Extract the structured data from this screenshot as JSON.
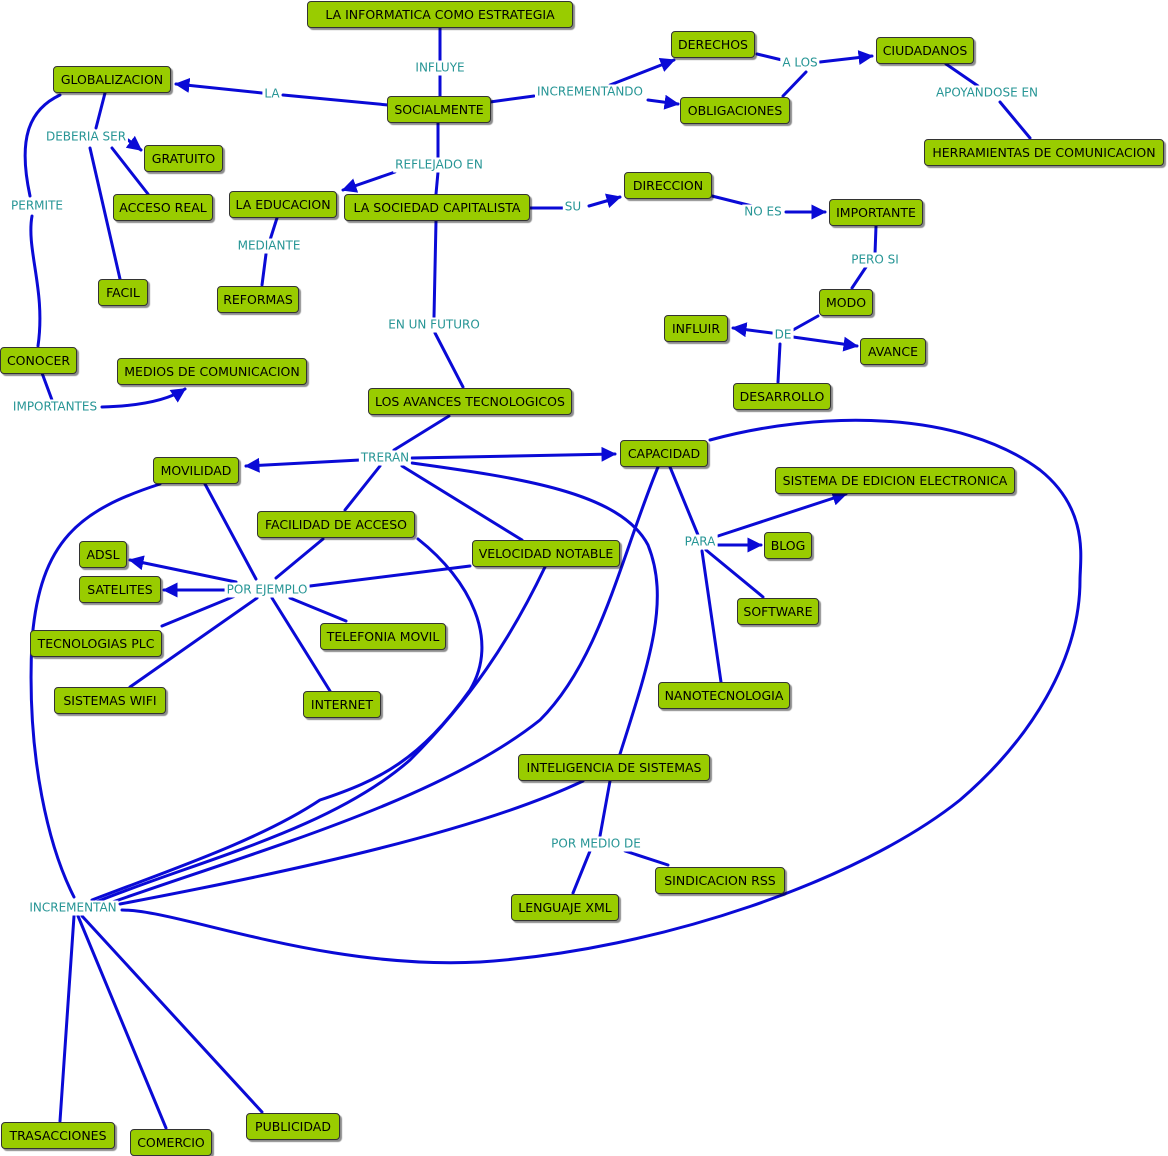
{
  "colors": {
    "node_fill": "#99cc00",
    "node_border": "#333333",
    "link": "#0a0ad6",
    "label": "#269595"
  },
  "nodes": {
    "informatica": "LA INFORMATICA COMO ESTRATEGIA",
    "socialmente": "SOCIALMENTE",
    "globalizacion": "GLOBALIZACION",
    "derechos": "DERECHOS",
    "obligaciones": "OBLIGACIONES",
    "ciudadanos": "CIUDADANOS",
    "herramientas": "HERRAMIENTAS DE COMUNICACION",
    "gratuito": "GRATUITO",
    "acceso_real": "ACCESO REAL",
    "facil": "FACIL",
    "educacion": "LA EDUCACION",
    "sociedad": "LA SOCIEDAD CAPITALISTA",
    "reformas": "REFORMAS",
    "direccion": "DIRECCION",
    "importante": "IMPORTANTE",
    "modo": "MODO",
    "influir": "INFLUIR",
    "avance": "AVANCE",
    "desarrollo": "DESARROLLO",
    "conocer": "CONOCER",
    "medios": "MEDIOS DE COMUNICACION",
    "avances": "LOS AVANCES TECNOLOGICOS",
    "movilidad": "MOVILIDAD",
    "capacidad": "CAPACIDAD",
    "sistema_edicion": "SISTEMA DE EDICION ELECTRONICA",
    "facilidad": "FACILIDAD DE ACCESO",
    "velocidad": "VELOCIDAD NOTABLE",
    "blog": "BLOG",
    "adsl": "ADSL",
    "satelites": "SATELITES",
    "software": "SOFTWARE",
    "telefonia": "TELEFONIA MOVIL",
    "plc": "TECNOLOGIAS PLC",
    "wifi": "SISTEMAS WIFI",
    "internet": "INTERNET",
    "nanotecnologia": "NANOTECNOLOGIA",
    "inteligencia": "INTELIGENCIA DE SISTEMAS",
    "rss": "SINDICACION RSS",
    "xml": "LENGUAJE XML",
    "trasacciones": "TRASACCIONES",
    "comercio": "COMERCIO",
    "publicidad": "PUBLICIDAD"
  },
  "labels": {
    "influye": "INFLUYE",
    "la": "LA",
    "incrementando": "INCREMENTANDO",
    "a_los": "A LOS",
    "apoyandose": "APOYANDOSE EN",
    "deberia_ser": "DEBERIA SER",
    "permite": "PERMITE",
    "reflejado_en": "REFLEJADO EN",
    "su": "SU",
    "no_es": "NO ES",
    "mediante": "MEDIANTE",
    "pero_si": "PERO SI",
    "de": "DE",
    "en_un_futuro": "EN UN FUTURO",
    "importantes": "IMPORTANTES",
    "treran": "TRERAN",
    "para": "PARA",
    "por_ejemplo": "POR EJEMPLO",
    "por_medio_de": "POR MEDIO DE",
    "incrementan": "INCREMENTAN"
  }
}
